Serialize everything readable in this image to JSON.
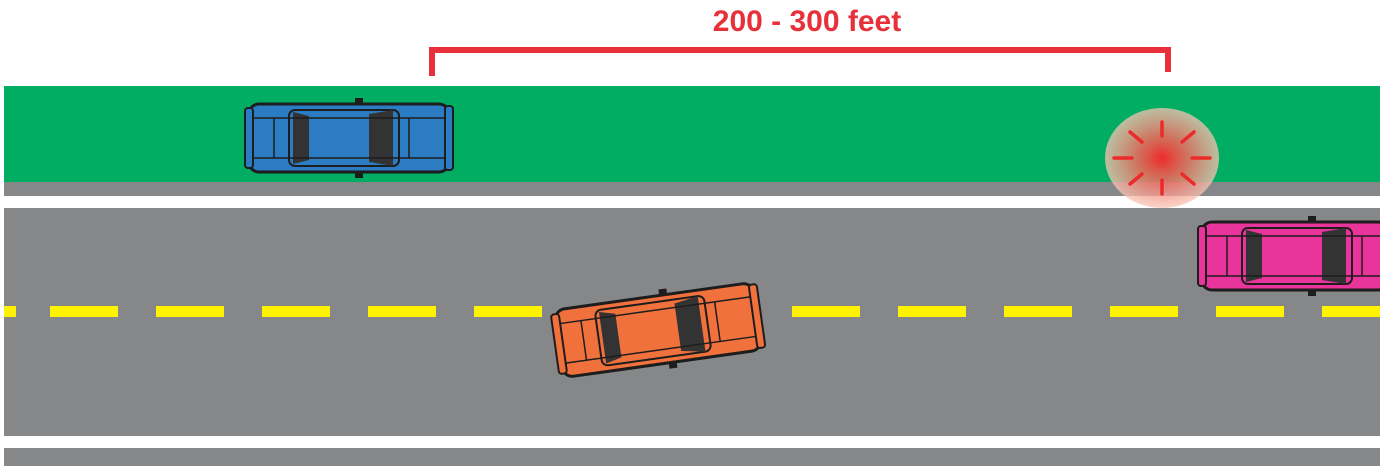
{
  "distance": {
    "label": "200 - 300 feet",
    "color": "#e8303a"
  },
  "colors": {
    "grass": "#00ad63",
    "road": "#868789",
    "edge_line": "#ffffff",
    "center_dash": "#fff200",
    "car_outline": "#1d1d1d",
    "car_glass": "#333333"
  },
  "vehicles": [
    {
      "name": "blue-car",
      "color": "#2c7cc4",
      "state": "parked on shoulder"
    },
    {
      "name": "orange-car",
      "color": "#f0713c",
      "state": "crossing center line"
    },
    {
      "name": "pink-car",
      "color": "#e9349b",
      "state": "traveling in lane"
    }
  ],
  "hazard_marker": {
    "icon": "flashing-light-icon",
    "color": "#ed2a2a"
  }
}
